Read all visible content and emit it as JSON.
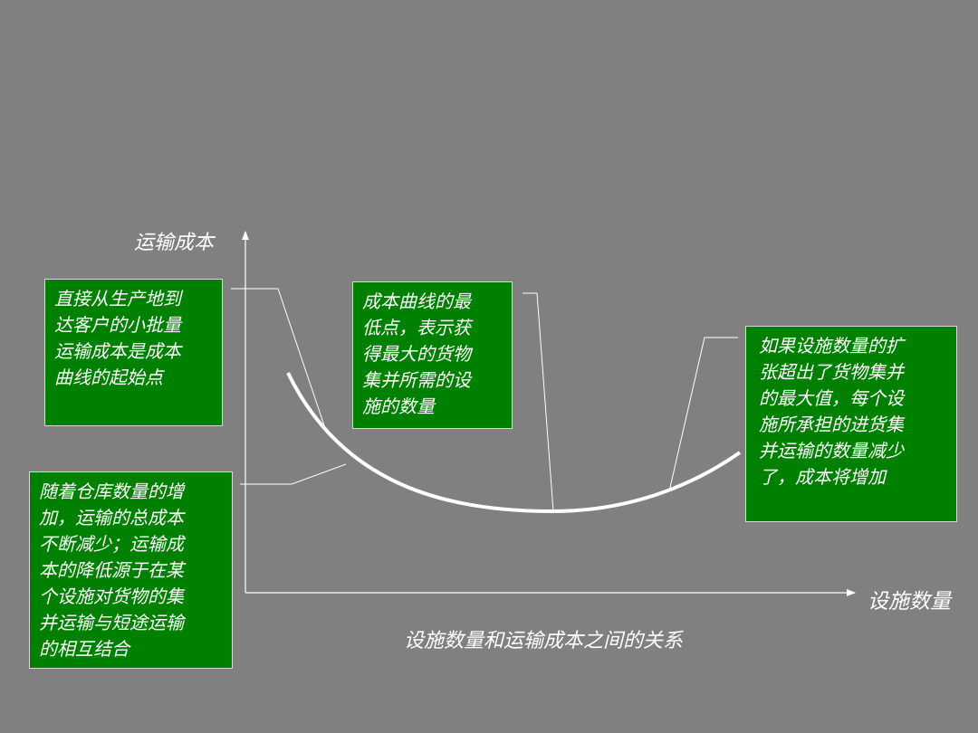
{
  "diagram": {
    "y_axis_label": "运输成本",
    "x_axis_label": "设施数量",
    "caption": "设施数量和运输成本之间的关系",
    "boxes": {
      "start": "直接从生产地到\n达客户的小批量\n运输成本是成本\n曲线的起始点",
      "minimum": "成本曲线的最\n低点，表示获\n得最大的货物\n集并所需的设\n施的数量",
      "expand": "如果设施数量的扩\n张超出了货物集并\n的最大值，每个设\n施所承担的进货集\n并运输的数量减少\n了，成本将增加",
      "decline": "随着仓库数量的增\n加，运输的总成本\n不断减少；运输成\n本的降低源于在某\n个设施对货物的集\n并运输与短途运输\n的相互结合"
    }
  },
  "colors": {
    "background": "#808080",
    "box_fill": "#008000",
    "text": "#ffffff",
    "lines": "#ffffff"
  }
}
